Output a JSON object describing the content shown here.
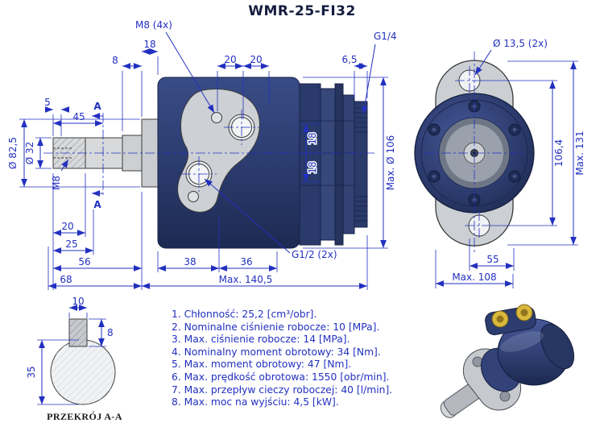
{
  "title": "WMR-25-FI32",
  "side_view": {
    "m8_4x": "M8 (4x)",
    "g14": "G1/4",
    "g12_2x": "G1/2 (2x)",
    "dim_8_top": "8",
    "dim_18_top": "18",
    "dim_20_left": "20",
    "dim_20_right": "20",
    "dim_6_5": "6,5",
    "dim_5": "5",
    "dim_45": "45",
    "section_a": "A",
    "dia_82_5": "Ø 82,5",
    "dia_32": "Ø 32",
    "m8_shaft": "M8",
    "dim_18_a": "18",
    "dim_18_b": "18",
    "max_dia_106": "Max. Ø 106",
    "dim_20_bottom": "20",
    "dim_25": "25",
    "dim_56": "56",
    "dim_68": "68",
    "dim_38": "38",
    "dim_36": "36",
    "max_140_5": "Max. 140,5"
  },
  "front_view": {
    "dia_13_5": "Ø 13,5 (2x)",
    "dim_106_4": "106,4",
    "max_131": "Max. 131",
    "dim_55": "55",
    "max_108": "Max. 108"
  },
  "section_view": {
    "dim_10": "10",
    "dim_8": "8",
    "dim_35": "35",
    "caption": "PRZEKRÓJ A-A"
  },
  "specs": [
    "1. Chłonność: 25,2 [cm³/obr].",
    "2. Nominalne ciśnienie robocze: 10 [MPa].",
    "3. Max. ciśnienie robocze: 14 [MPa].",
    "4. Nominalny moment obrotowy: 34 [Nm].",
    "5. Max. moment obrotowy: 47 [Nm].",
    "6. Max. prędkość obrotowa: 1550 [obr/min].",
    "7. Max. przepływ cieczy roboczej: 40 [l/min].",
    "8. Max. moc na wyjściu: 4,5 [kW]."
  ],
  "colors": {
    "dimension_blue": "#2230c0",
    "body_navy": "#2c3c6e",
    "flange_gray": "#cdd0d4",
    "port_gold": "#d9b83c"
  }
}
